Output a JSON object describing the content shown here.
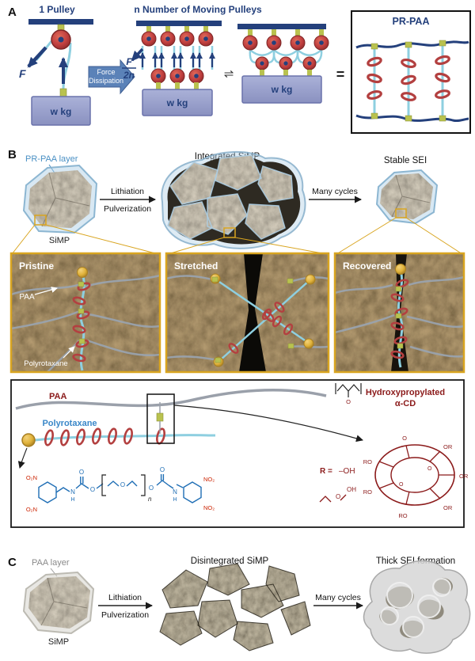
{
  "colors": {
    "navy": "#24407c",
    "rope_cyan": "#8ecfe0",
    "pulley_red": "#bf3e3e",
    "ring_red": "#b34040",
    "olive": "#b9c24f",
    "weight_purple": "#9aa3cf",
    "dissipation_blue": "#5b82b8",
    "gold": "#e0b23a",
    "zoom_border_gold": "#d9a520",
    "chem_dark_red": "#8b1a1a",
    "chem_blue": "#1f6eb5",
    "label_blue": "#4a90c4",
    "nitro_red": "#cc2200",
    "panel_brown": "#4a3a22"
  },
  "panelA": {
    "label": "A",
    "single_title": "1 Pulley",
    "multi_title": "n Number of Moving Pulleys",
    "force": "F",
    "dissipation_line1": "Force",
    "dissipation_line2": "Dissipation",
    "fraction_numerator": "F",
    "fraction_denominator": "2n",
    "weight": "w kg",
    "equilibrium": "⇌",
    "equals": "=",
    "box_title": "PR-PAA"
  },
  "panelB": {
    "label": "B",
    "coating_label": "PR-PAA layer",
    "particle_label": "SiMP",
    "step1_top": "Lithiation",
    "step1_bottom": "Pulverization",
    "integrated_title": "Integrated SiMP",
    "step2": "Many cycles",
    "stable_title": "Stable SEI",
    "zoom1_title": "Pristine",
    "zoom1_ann1": "PAA",
    "zoom1_ann2": "Polyrotaxane",
    "zoom2_title": "Stretched",
    "zoom3_title": "Recovered"
  },
  "chemBox": {
    "paa": "PAA",
    "polyrotaxane": "Polyrotaxane",
    "cd_line1": "Hydroxypropylated",
    "cd_line2": "α-CD",
    "r_eq": "R =",
    "r_oh": "–OH",
    "oh": "OH",
    "o": "O",
    "or": "OR",
    "ro": "RO",
    "n": "n",
    "amide_n": "N",
    "amide_h": "H",
    "o2n": "O₂N",
    "no2": "NO₂"
  },
  "panelC": {
    "label": "C",
    "coating_label": "PAA layer",
    "particle_label": "SiMP",
    "step1_top": "Lithiation",
    "step1_bottom": "Pulverization",
    "disintegrated_title": "Disintegrated SiMP",
    "step2": "Many cycles",
    "thick_title": "Thick SEI formation"
  }
}
